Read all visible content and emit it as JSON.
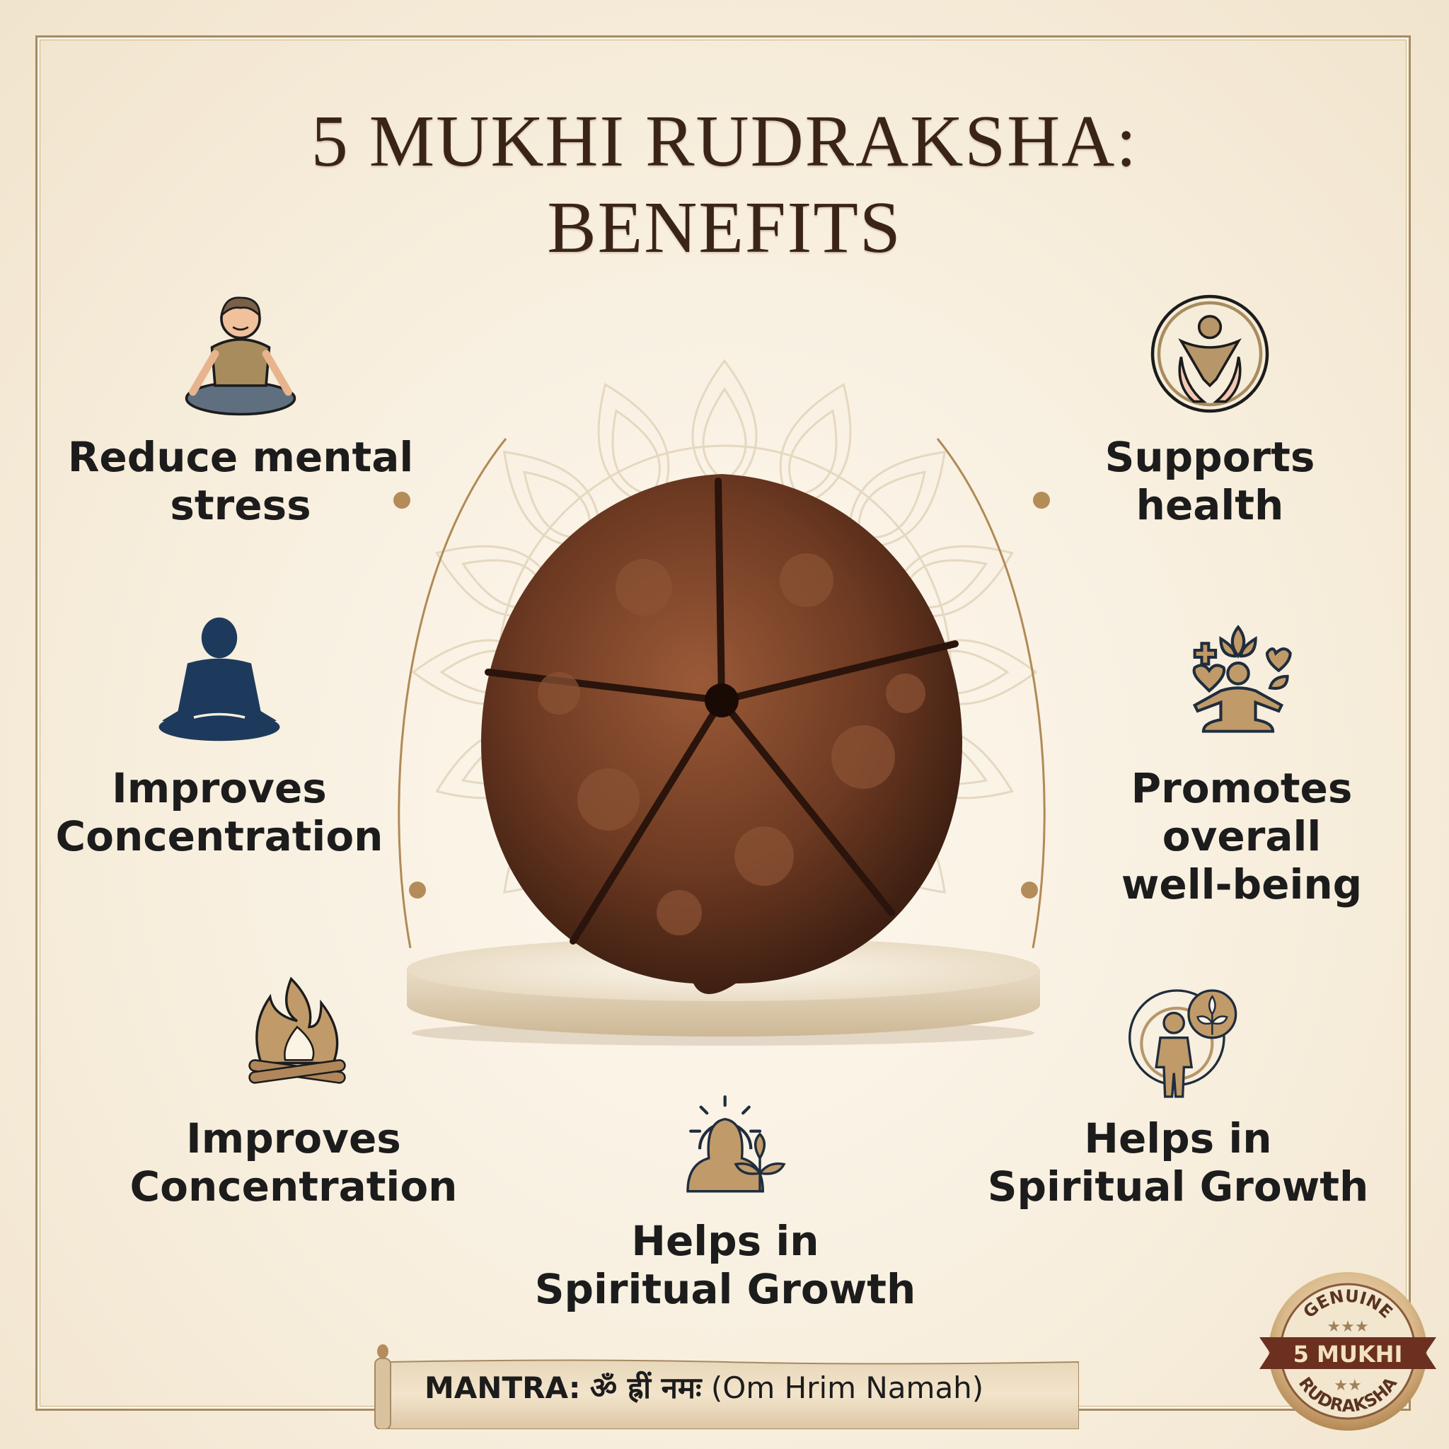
{
  "title": {
    "line1": "5 MUKHI RUDRAKSHA:",
    "line2": "BENEFITS"
  },
  "benefits": [
    {
      "id": "reduce-stress",
      "line1": "Reduce mental",
      "line2": "stress",
      "icon": "meditating-person-color-icon"
    },
    {
      "id": "supports-health",
      "line1": "Supports",
      "line2": "health",
      "icon": "hands-holding-person-icon"
    },
    {
      "id": "concentration-1",
      "line1": "Improves",
      "line2": "Concentration",
      "icon": "meditation-silhouette-icon"
    },
    {
      "id": "well-being",
      "line1": "Promotes",
      "line2": "overall",
      "line3": "well-being",
      "icon": "wellbeing-meditation-icon"
    },
    {
      "id": "concentration-2",
      "line1": "Improves",
      "line2": "Concentration",
      "icon": "campfire-icon"
    },
    {
      "id": "spiritual-growth-1",
      "line1": "Helps in",
      "line2": "Spiritual Growth",
      "icon": "enlightened-person-plant-icon"
    },
    {
      "id": "spiritual-growth-2",
      "line1": "Helps in",
      "line2": "Spiritual Growth",
      "icon": "person-growth-leaf-icon"
    }
  ],
  "mantra": {
    "label": "MANTRA:",
    "sanskrit": "ॐ ह्रीं नमः",
    "transliteration": "(Om Hrim Namah)"
  },
  "seal": {
    "top": "GENUINE",
    "ribbon": "5 MUKHI",
    "bottom": "RUDRAKSHA"
  },
  "colors": {
    "background": "#f8efe0",
    "title": "#3a2418",
    "gold": "#b08a55",
    "icon_fill": "#c09a68",
    "icon_stroke": "#1f2d3d",
    "navy": "#1d3a5c",
    "bead": "#6e3a22"
  }
}
